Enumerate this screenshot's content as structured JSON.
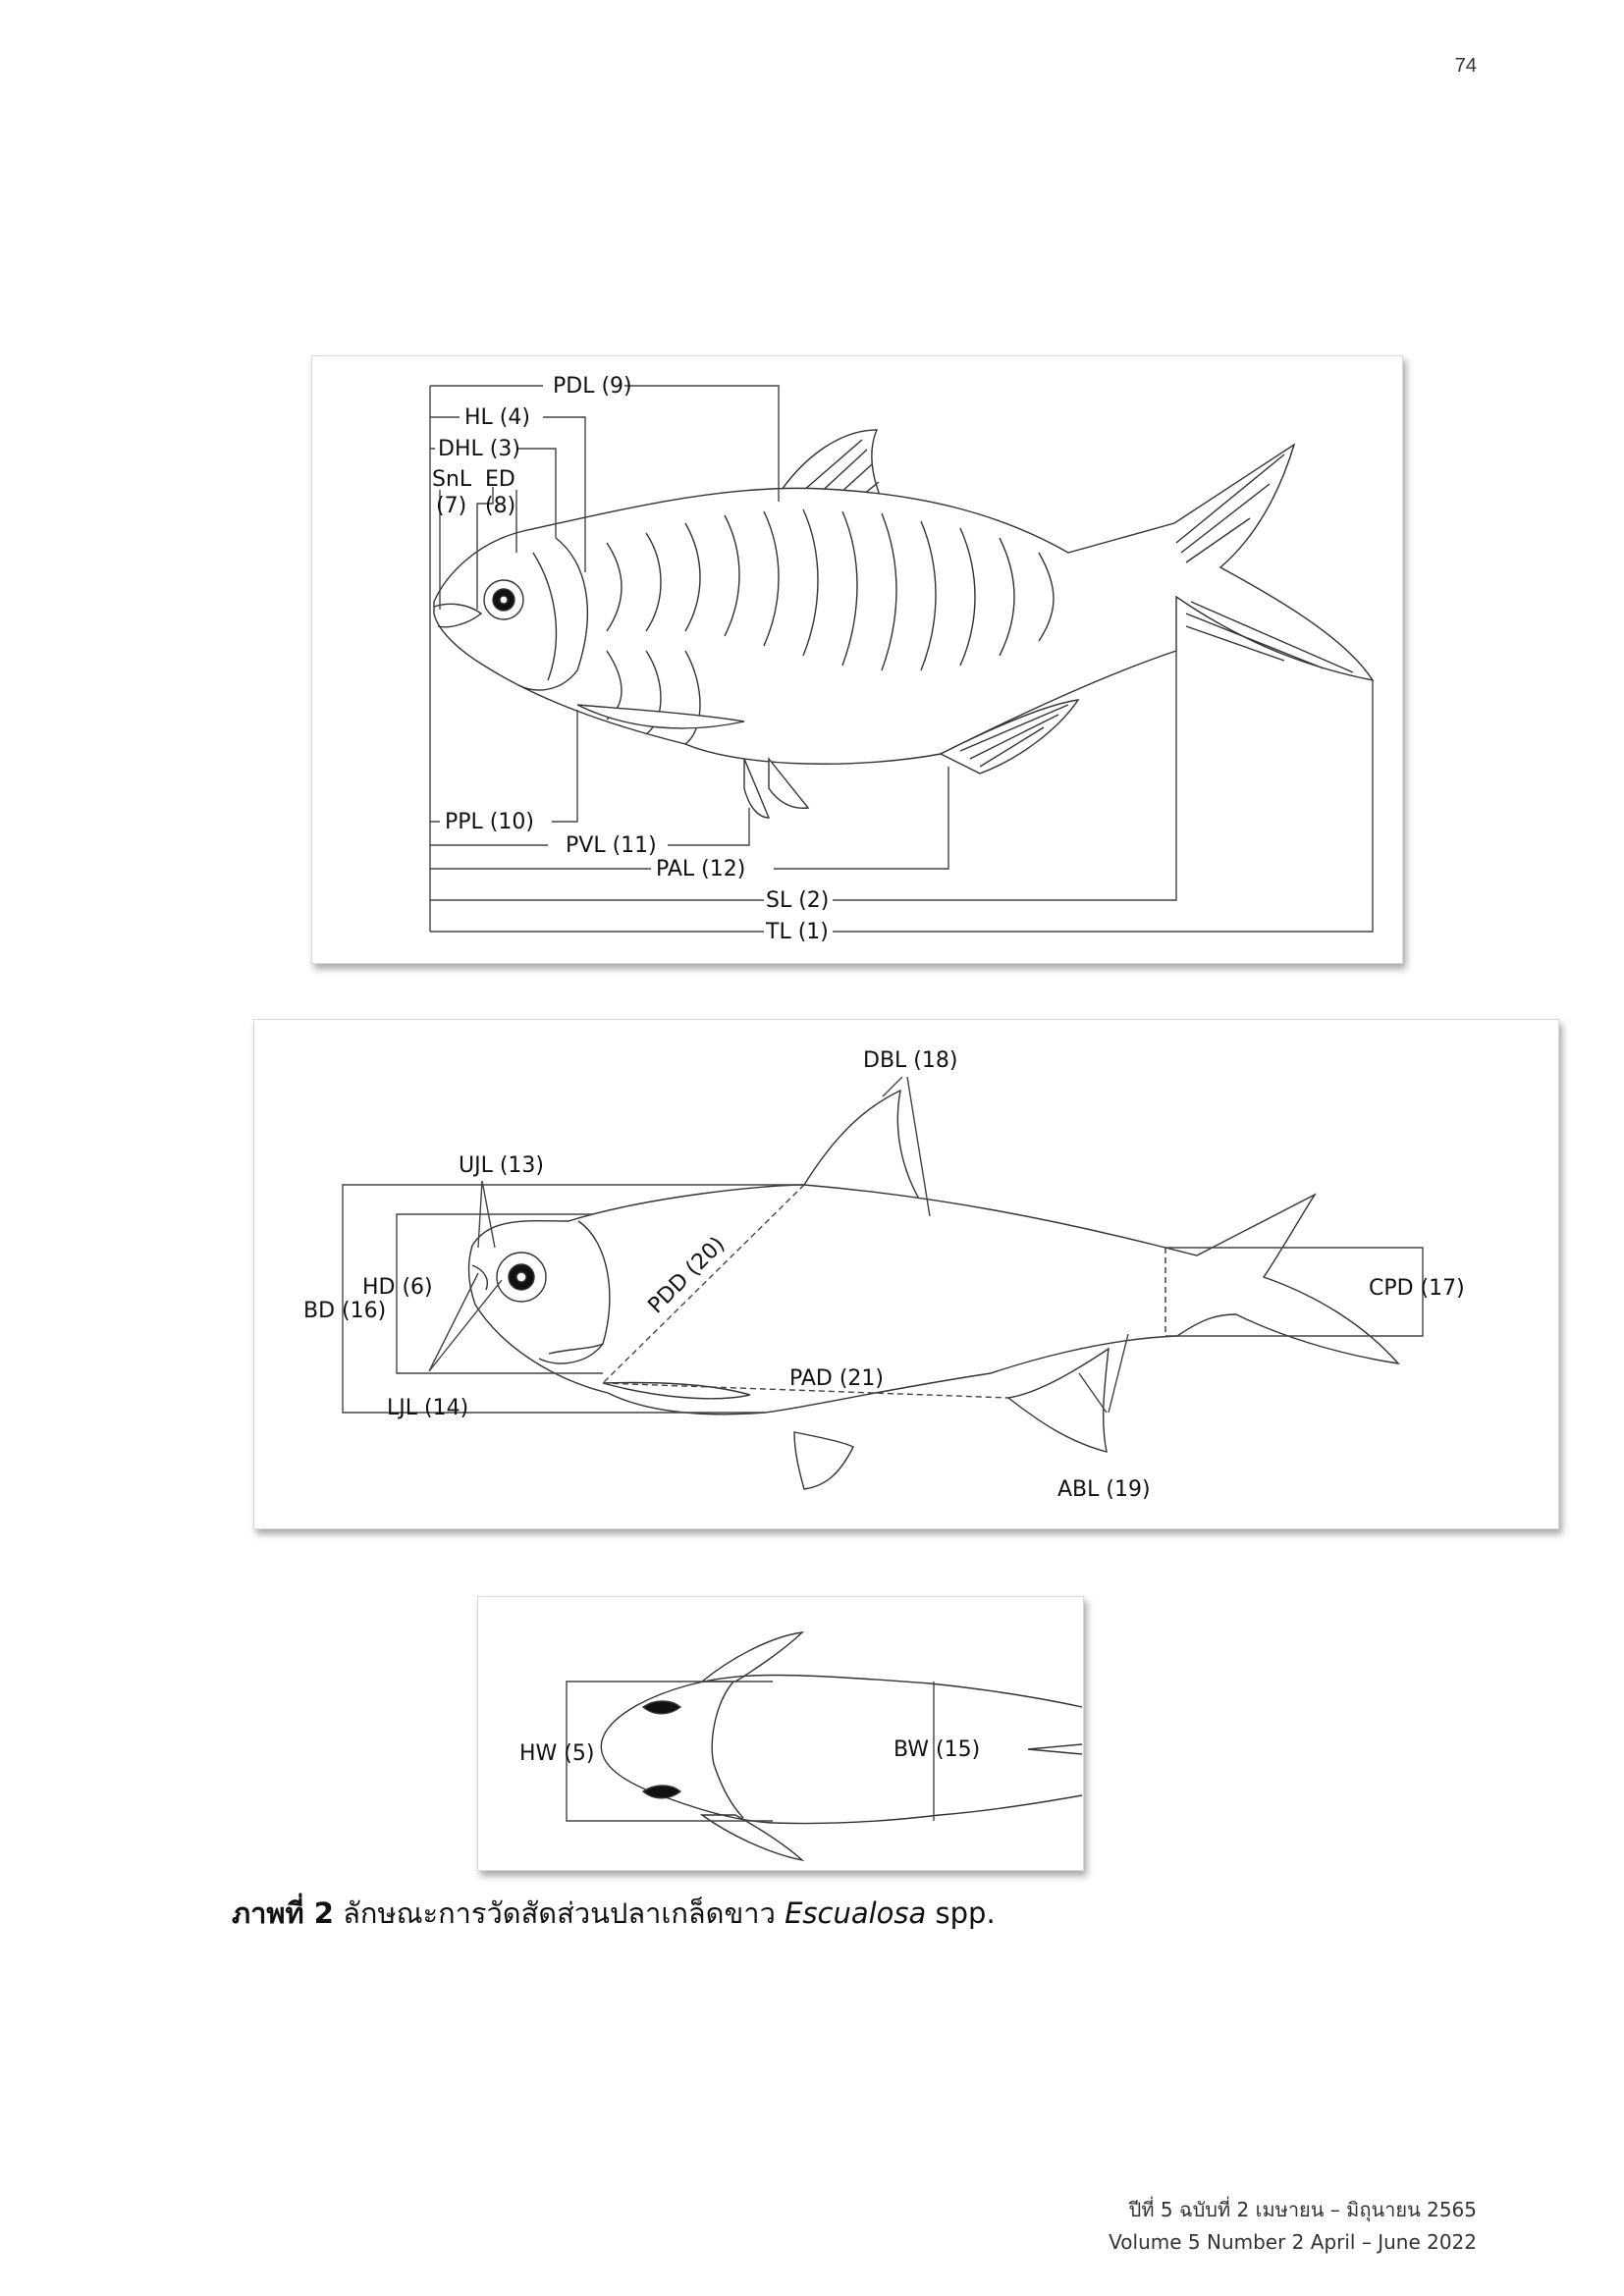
{
  "page_number": "74",
  "figure1": {
    "labels": {
      "pdl": "PDL (9)",
      "hl": "HL (4)",
      "dhl": "DHL (3)",
      "snl": "SnL",
      "snl_num": "(7)",
      "ed": "ED",
      "ed_num": "(8)",
      "ppl": "PPL (10)",
      "pvl": "PVL (11)",
      "pal": "PAL (12)",
      "sl": "SL (2)",
      "tl": "TL (1)"
    }
  },
  "figure2": {
    "labels": {
      "dbl": "DBL (18)",
      "ujl": "UJL (13)",
      "pdd": "PDD (20)",
      "hd": "HD (6)",
      "bd": "BD (16)",
      "cpd": "CPD (17)",
      "pad": "PAD (21)",
      "ljl": "LJL (14)",
      "abl": "ABL (19)"
    }
  },
  "figure3": {
    "labels": {
      "hw": "HW (5)",
      "bw": "BW (15)"
    }
  },
  "caption": {
    "prefix": "ภาพที่ 2",
    "text": " ลักษณะการวัดสัดส่วนปลาเกล็ดขาว ",
    "species": "Escualosa",
    "suffix": " spp."
  },
  "footer": {
    "line1": "ปีที่ 5 ฉบับที่ 2 เมษายน – มิถุนายน 2565",
    "line2": "Volume 5 Number 2 April – June 2022"
  }
}
